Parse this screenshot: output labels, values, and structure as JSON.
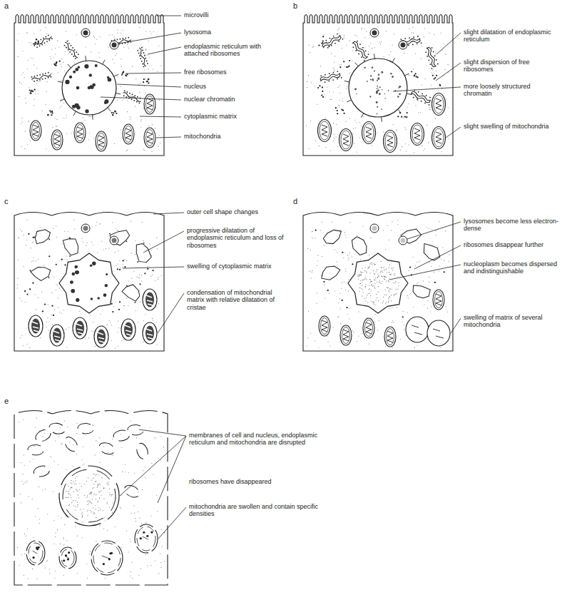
{
  "diagram": {
    "labels": [
      "a",
      "microvilli",
      "lysosoma",
      "endoplasmic reticulum with attached ribosomes",
      "free ribosomes",
      "nucleus",
      "nuclear chromatin",
      "cytoplasmic matrix",
      "mitochondria",
      "b",
      "slight dilatation of endoplasmic reticulum",
      "slight dispersion of free ribosomes",
      "more loosely structured chromatin",
      "slight swelling of mitochondria",
      "c",
      "outer cell shape changes",
      "progressive dilatation of endoplasmic reticulum and loss of ribosomes",
      "swelling of cytoplasmic matrix",
      "condensation of mitochondrial matrix with relative dilatation of cristae",
      "d",
      "lysosomes become less electron-dense",
      "ribosomes disappear further",
      "nucleoplasm becomes dispersed and indistinguishable",
      "swelling of matrix of several mitochondria",
      "e",
      "membranes of cell and nucleus, endoplasmic reticulum and mitochondria are disrupted",
      "ribosomes have disappeared",
      "mitochondria are swollen and contain specific densities"
    ]
  }
}
